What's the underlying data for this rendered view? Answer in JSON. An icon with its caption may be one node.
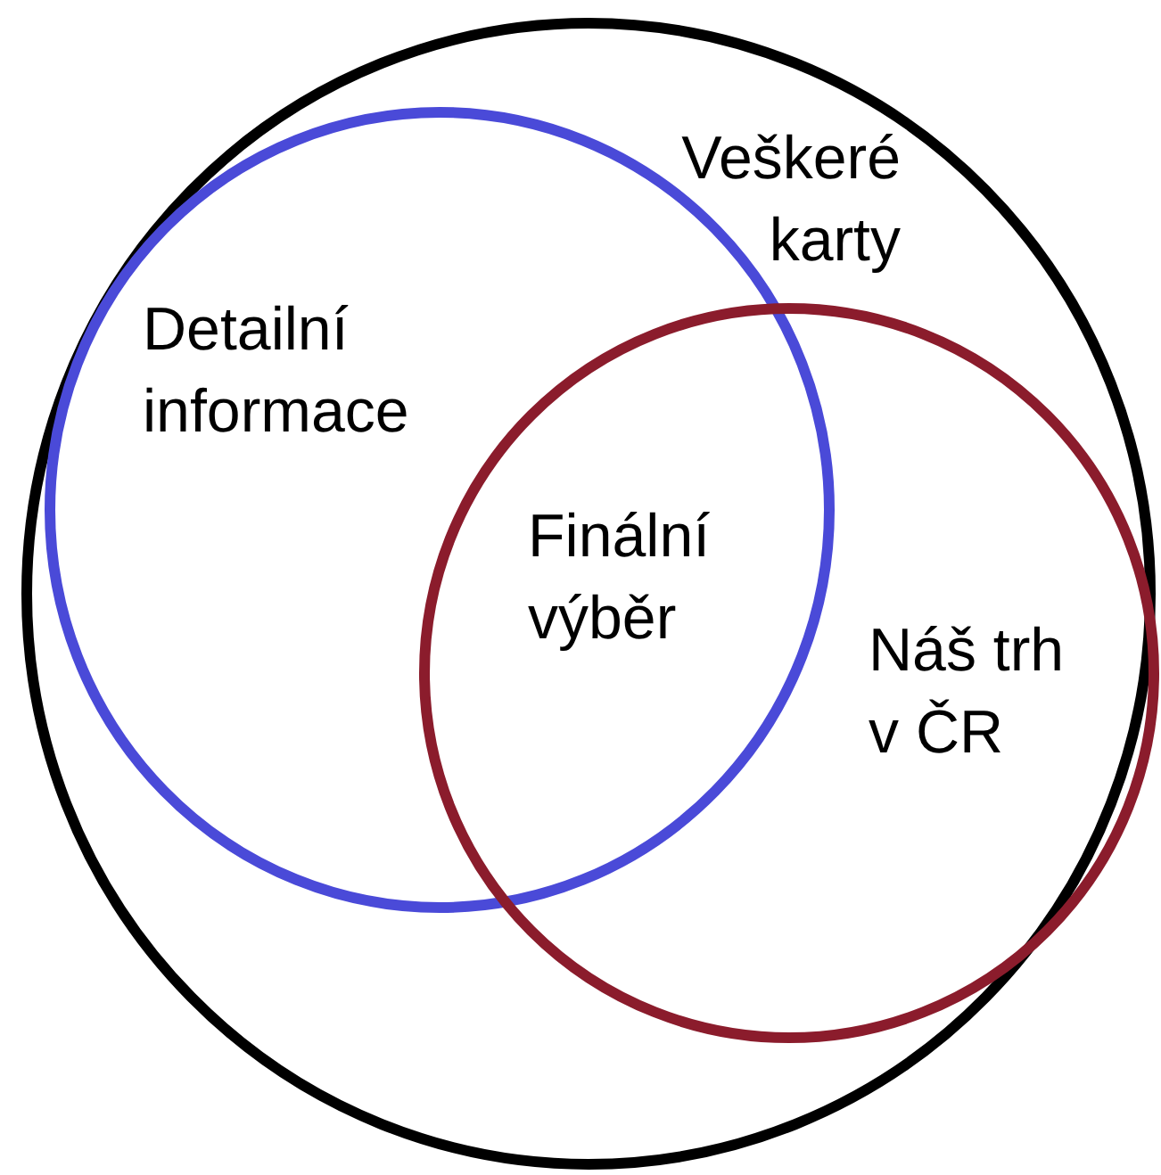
{
  "diagram": {
    "nodes": [
      {
        "text": [
          "Veškeré karty"
        ]
      },
      {
        "text": [
          "Detailní informace"
        ],
        "in": 0
      },
      {
        "text": [
          "Náš trh v ČR"
        ],
        "in": 0
      }
    ],
    "labels": [
      "Finální výběr"
    ]
  }
}
